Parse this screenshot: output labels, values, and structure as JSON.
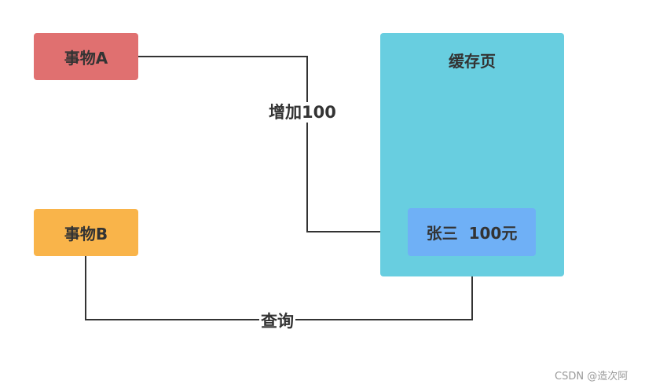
{
  "nodes": {
    "transaction_a": {
      "label": "事物A",
      "color": "#e07070"
    },
    "transaction_b": {
      "label": "事物B",
      "color": "#f9b44a"
    },
    "cache_page": {
      "label": "缓存页",
      "color": "#68cee0"
    },
    "record": {
      "label": "张三  100元",
      "color": "#6fb0f6"
    }
  },
  "edges": {
    "add": {
      "label": "增加100"
    },
    "query": {
      "label": "查询"
    }
  },
  "watermark": "CSDN @造次阿"
}
